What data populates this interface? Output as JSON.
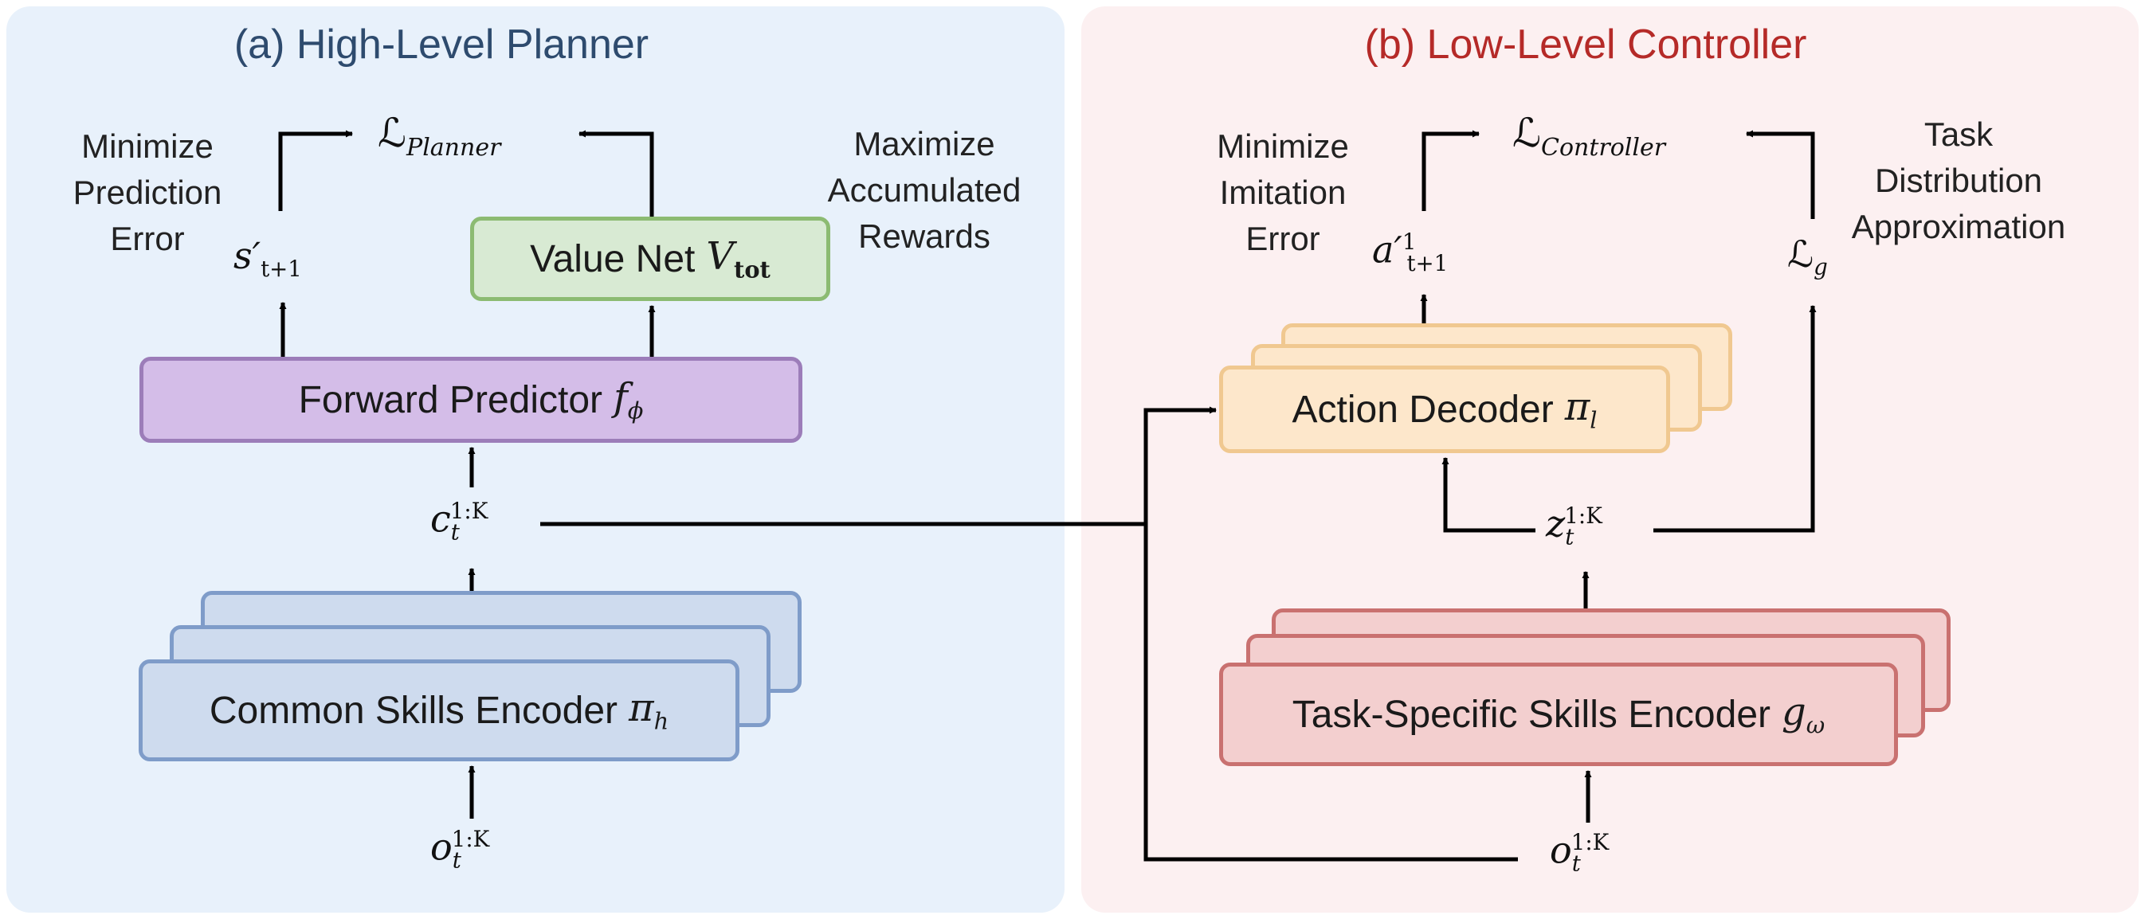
{
  "panel_a": {
    "title": "(a) High-Level Planner",
    "loss": {
      "symbol": "ℒ",
      "sub": "Planner"
    },
    "note_left": "Minimize\nPrediction\nError",
    "note_right": "Maximize\nAccumulated\nRewards",
    "state_pred": {
      "base": "s′",
      "sub": "t+1"
    },
    "value_net": {
      "label": "Value Net",
      "symbol": "V",
      "sub": "tot"
    },
    "forward_predictor": {
      "label": "Forward Predictor",
      "symbol": "f",
      "sub": "ϕ"
    },
    "common_code": {
      "base": "c",
      "sub": "t",
      "sup": "1:K"
    },
    "encoder": {
      "label": "Common Skills Encoder",
      "symbol": "π",
      "sub": "h"
    },
    "obs": {
      "base": "o",
      "sub": "t",
      "sup": "1:K"
    }
  },
  "panel_b": {
    "title": "(b) Low-Level Controller",
    "loss": {
      "symbol": "ℒ",
      "sub": "Controller"
    },
    "note_left": "Minimize\nImitation\nError",
    "note_right": "Task\nDistribution\nApproximation",
    "action_pred": {
      "base": "a′",
      "sub": "t+1",
      "sup": "1"
    },
    "task_loss": {
      "symbol": "ℒ",
      "sub": "g"
    },
    "decoder": {
      "label": "Action Decoder",
      "symbol": "π",
      "sub": "l"
    },
    "task_code": {
      "base": "z",
      "sub": "t",
      "sup": "1:K"
    },
    "encoder": {
      "label": "Task-Specific Skills Encoder",
      "symbol": "g",
      "sub": "ω"
    },
    "obs": {
      "base": "o",
      "sub": "t",
      "sup": "1:K"
    }
  },
  "colors": {
    "panel_a_bg": "#e8f1fb",
    "panel_b_bg": "#fcf0f1",
    "title_a": "#2e4b6e",
    "title_b": "#b52a28",
    "value_net_fill": "#d8ead3",
    "forward_fill": "#d4bde8",
    "encoder_a_fill": "#cedbee",
    "decoder_fill": "#fde7cb",
    "encoder_b_fill": "#f3cfcf"
  }
}
